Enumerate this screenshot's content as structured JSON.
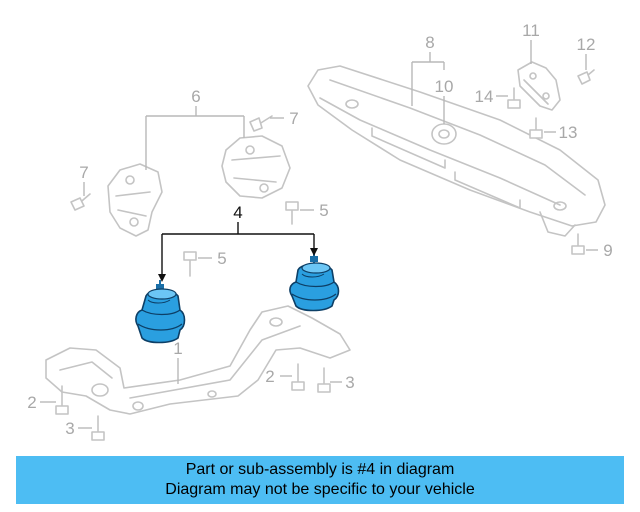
{
  "banner": {
    "line1": "Part or sub-assembly is #4 in diagram",
    "line2": "Diagram may not be specific to your vehicle",
    "background": "#4dbdf3"
  },
  "diagram": {
    "highlight_color": "#2a9fe0",
    "ghost_color": "#c4c4c4",
    "callouts": {
      "c1": "1",
      "c2a": "2",
      "c2b": "2",
      "c3a": "3",
      "c3b": "3",
      "c4": "4",
      "c5a": "5",
      "c5b": "5",
      "c6": "6",
      "c7a": "7",
      "c7b": "7",
      "c8": "8",
      "c9": "9",
      "c10": "10",
      "c11": "11",
      "c12": "12",
      "c13": "13",
      "c14": "14"
    }
  }
}
